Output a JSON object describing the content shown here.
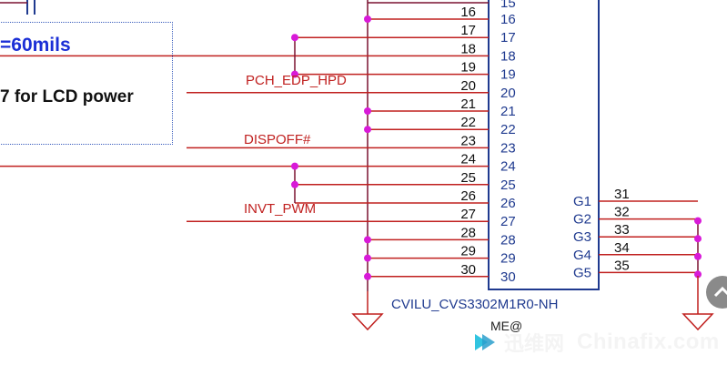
{
  "notes": {
    "trace_width": "=60mils",
    "lcd_power": "7 for LCD power"
  },
  "nets": {
    "pch_edp_hpd": "PCH_EDP_HPD",
    "dispoff": "DISPOFF#",
    "invt_pwm": "INVT_PWM"
  },
  "connector": {
    "part_number": "CVILU_CVS3302M1R0-NH",
    "me_label": "ME@",
    "top_partial_pin": "15",
    "pins": [
      {
        "wire": "16",
        "pin": "16"
      },
      {
        "wire": "17",
        "pin": "17"
      },
      {
        "wire": "18",
        "pin": "18"
      },
      {
        "wire": "19",
        "pin": "19"
      },
      {
        "wire": "20",
        "pin": "20"
      },
      {
        "wire": "21",
        "pin": "21"
      },
      {
        "wire": "22",
        "pin": "22"
      },
      {
        "wire": "23",
        "pin": "23"
      },
      {
        "wire": "24",
        "pin": "24"
      },
      {
        "wire": "25",
        "pin": "25"
      },
      {
        "wire": "26",
        "pin": "26"
      },
      {
        "wire": "27",
        "pin": "27"
      },
      {
        "wire": "28",
        "pin": "28"
      },
      {
        "wire": "29",
        "pin": "29"
      },
      {
        "wire": "30",
        "pin": "30"
      }
    ],
    "ground_pins": [
      {
        "pin": "G1",
        "wire": "31"
      },
      {
        "pin": "G2",
        "wire": "32"
      },
      {
        "pin": "G3",
        "wire": "33"
      },
      {
        "pin": "G4",
        "wire": "34"
      },
      {
        "pin": "G5",
        "wire": "35"
      }
    ]
  },
  "watermark": {
    "chinese": "迅维网",
    "english": "Chinafix.com"
  },
  "colors": {
    "wire": "#7a1230",
    "net_label": "#c0201f",
    "pin_number": "#1f3a8f",
    "junction": "#d81ad8",
    "watermark_bg": "#6f6f6f"
  }
}
